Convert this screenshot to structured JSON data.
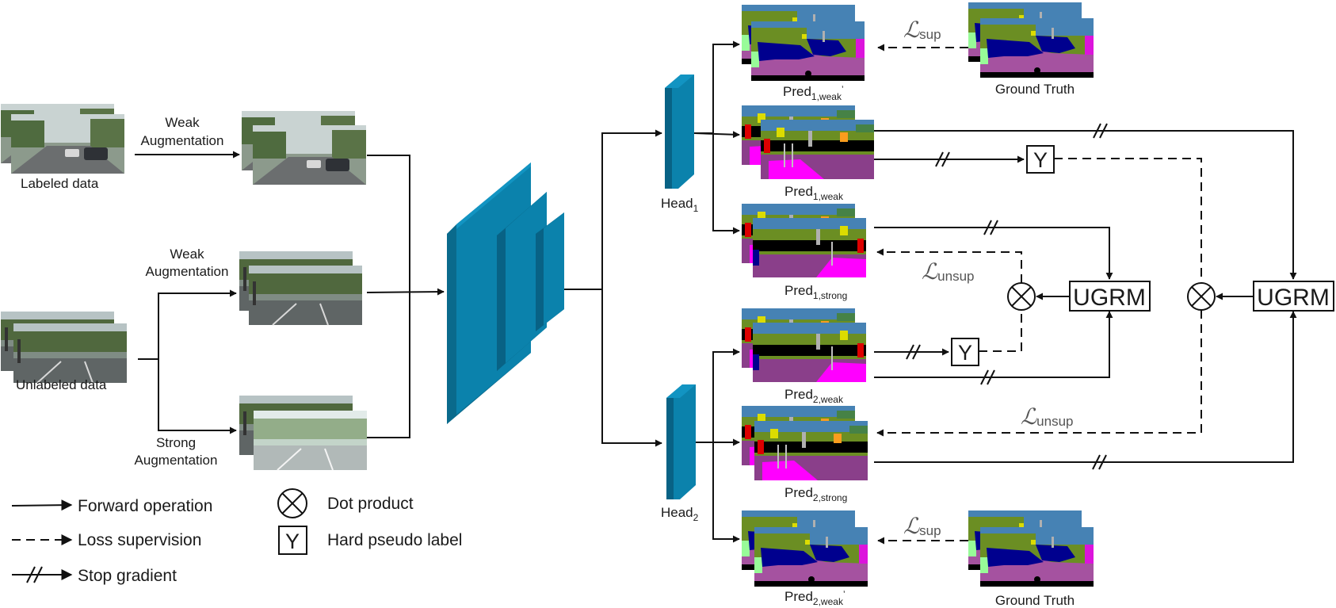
{
  "inputs": {
    "labeled_data": "Labeled data",
    "unlabeled_data": "Unlabeled data"
  },
  "augment": {
    "weak_l1": "Weak",
    "weak_l2": "Augmentation",
    "strong_l1": "Strong",
    "strong_l2": "Augmentation"
  },
  "heads": {
    "head": "Head",
    "h1": "1",
    "h2": "2"
  },
  "preds": {
    "pred": "Pred",
    "p1": "1,weak",
    "p2": "1,weak",
    "p3": "1,strong",
    "p4": "2,weak",
    "p5": "2,strong",
    "p6": "2,weak",
    "prime": "ʼ"
  },
  "ground_truth": "Ground Truth",
  "loss": {
    "symbol": "ℒ",
    "sup": "sup",
    "unsup": "unsup"
  },
  "ugrm": "UGRM",
  "hard_label_symbol": "Y",
  "legend": {
    "forward": "Forward operation",
    "loss_supervision": "Loss supervision",
    "stop_gradient": "Stop gradient",
    "dot_product": "Dot product",
    "hard_pseudo_label": "Hard pseudo label"
  },
  "colors": {
    "network": "#0b82ac",
    "line": "#111111"
  }
}
